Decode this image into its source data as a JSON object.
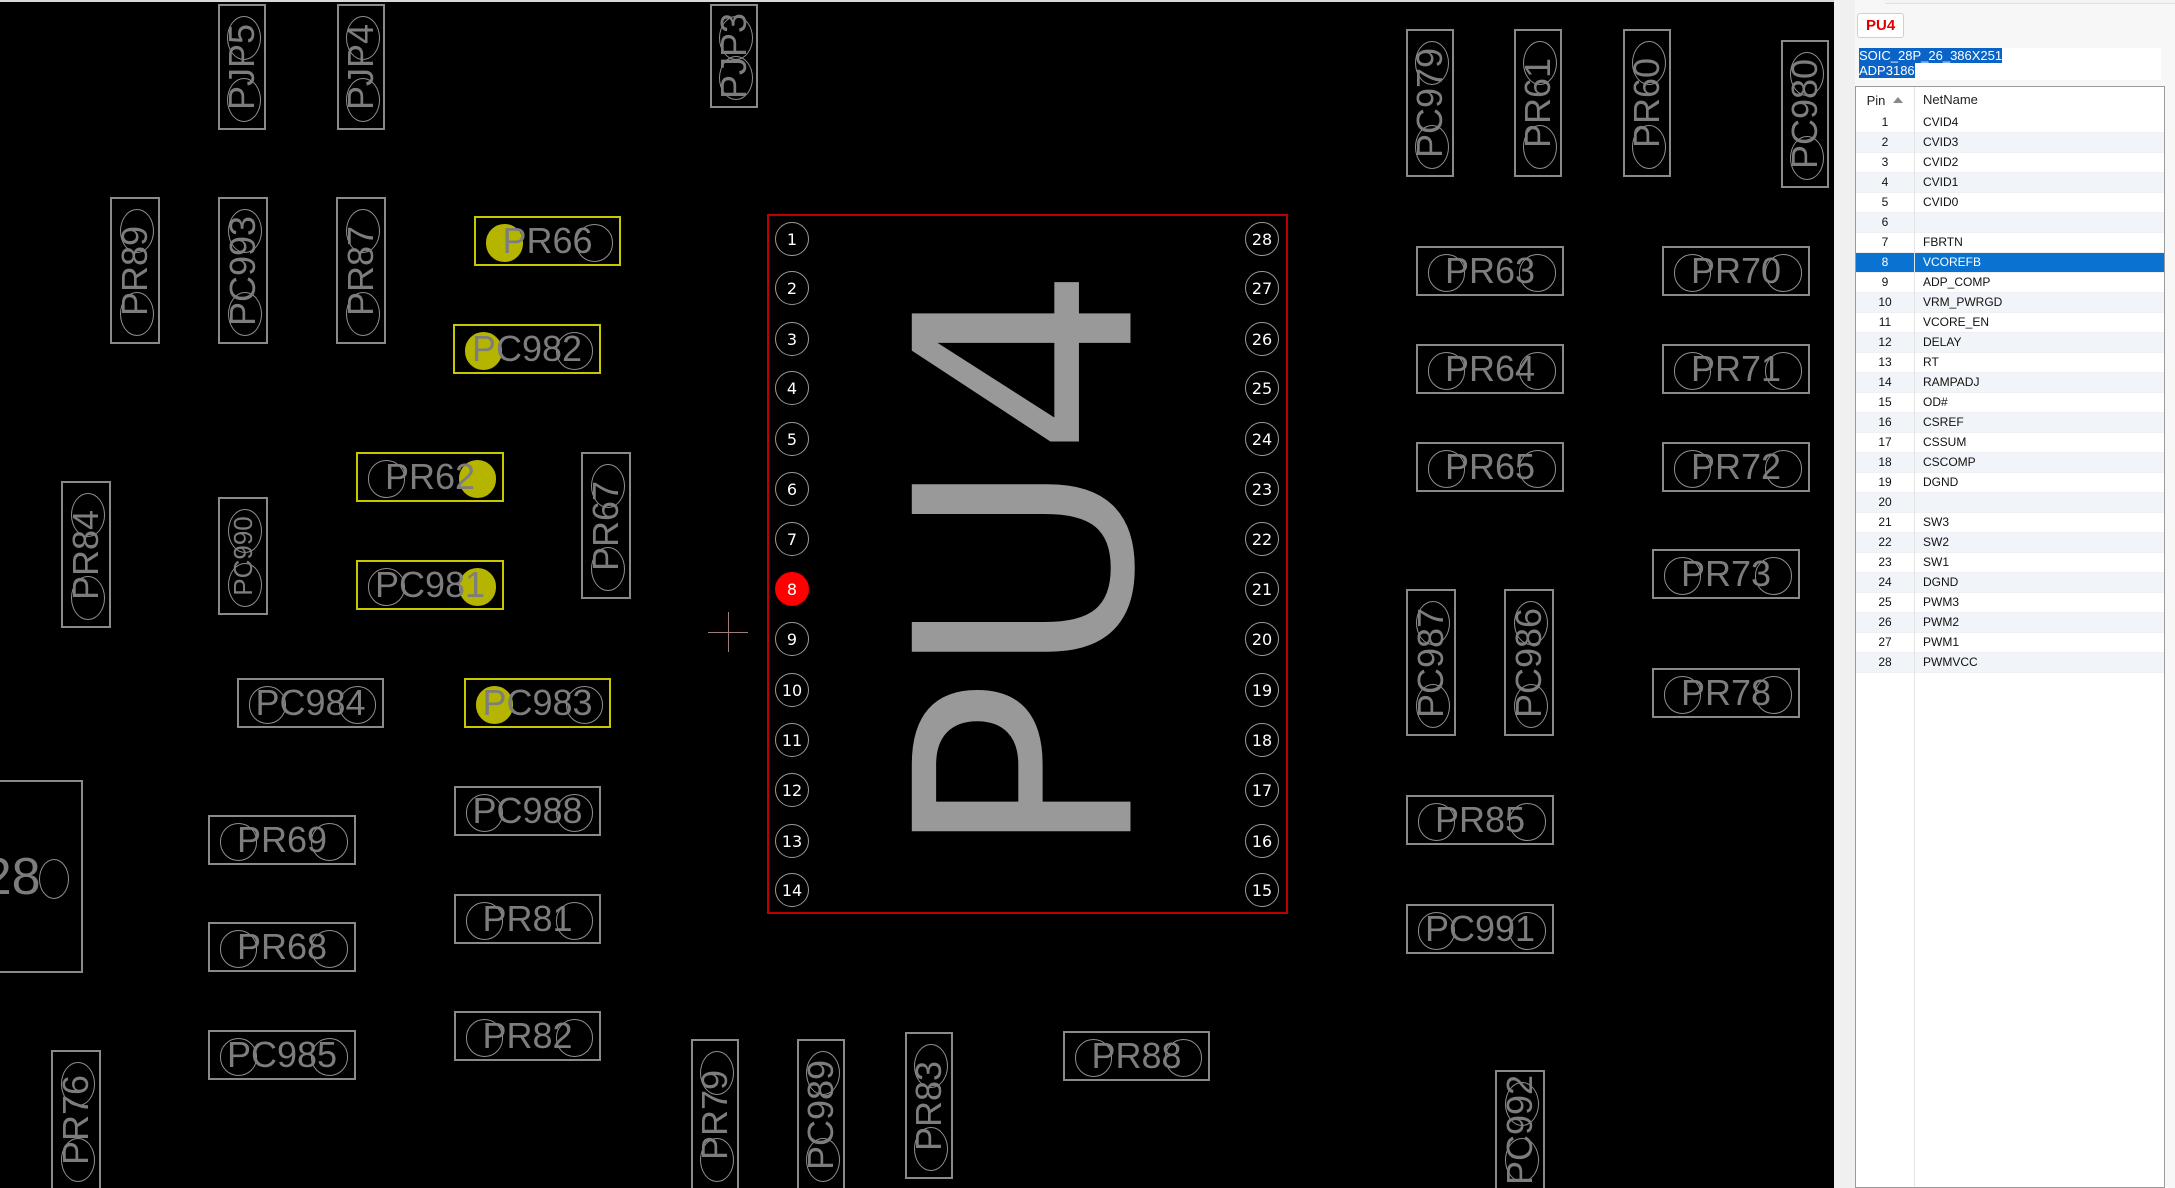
{
  "panel": {
    "ref_designator": "PU4",
    "footprint": "SOIC_28P_26_386X251",
    "part_number": "ADP3186",
    "table": {
      "columns": [
        "Pin",
        "NetName"
      ],
      "sort_column": "Pin",
      "sort_direction": "ascending",
      "selected_pin": "8",
      "rows": [
        {
          "pin": "1",
          "net": "CVID4"
        },
        {
          "pin": "2",
          "net": "CVID3"
        },
        {
          "pin": "3",
          "net": "CVID2"
        },
        {
          "pin": "4",
          "net": "CVID1"
        },
        {
          "pin": "5",
          "net": "CVID0"
        },
        {
          "pin": "6",
          "net": ""
        },
        {
          "pin": "7",
          "net": "FBRTN"
        },
        {
          "pin": "8",
          "net": "VCOREFB"
        },
        {
          "pin": "9",
          "net": "ADP_COMP"
        },
        {
          "pin": "10",
          "net": "VRM_PWRGD"
        },
        {
          "pin": "11",
          "net": "VCORE_EN"
        },
        {
          "pin": "12",
          "net": "DELAY"
        },
        {
          "pin": "13",
          "net": "RT"
        },
        {
          "pin": "14",
          "net": "RAMPADJ"
        },
        {
          "pin": "15",
          "net": "OD#"
        },
        {
          "pin": "16",
          "net": "CSREF"
        },
        {
          "pin": "17",
          "net": "CSSUM"
        },
        {
          "pin": "18",
          "net": "CSCOMP"
        },
        {
          "pin": "19",
          "net": "DGND"
        },
        {
          "pin": "20",
          "net": ""
        },
        {
          "pin": "21",
          "net": "SW3"
        },
        {
          "pin": "22",
          "net": "SW2"
        },
        {
          "pin": "23",
          "net": "SW1"
        },
        {
          "pin": "24",
          "net": "DGND"
        },
        {
          "pin": "25",
          "net": "PWM3"
        },
        {
          "pin": "26",
          "net": "PWM2"
        },
        {
          "pin": "27",
          "net": "PWM1"
        },
        {
          "pin": "28",
          "net": "PWMVCC"
        }
      ]
    }
  },
  "board": {
    "main_component": {
      "label": "PU4",
      "outline_color": "#c00000",
      "selected_pin_color": "#ff0000",
      "left_pins": [
        "1",
        "2",
        "3",
        "4",
        "5",
        "6",
        "7",
        "8",
        "9",
        "10",
        "11",
        "12",
        "13",
        "14"
      ],
      "right_pins": [
        "28",
        "27",
        "26",
        "25",
        "24",
        "23",
        "22",
        "21",
        "20",
        "19",
        "18",
        "17",
        "16",
        "15"
      ]
    },
    "highlight_color": "#c8c800",
    "components": [
      {
        "ref": "PJP5",
        "highlighted": false
      },
      {
        "ref": "PJP4",
        "highlighted": false
      },
      {
        "ref": "PJP3",
        "highlighted": false
      },
      {
        "ref": "PR89",
        "highlighted": false
      },
      {
        "ref": "PC993",
        "highlighted": false
      },
      {
        "ref": "PR87",
        "highlighted": false
      },
      {
        "ref": "PR66",
        "highlighted": true
      },
      {
        "ref": "PC982",
        "highlighted": true
      },
      {
        "ref": "PR62",
        "highlighted": true
      },
      {
        "ref": "PC981",
        "highlighted": true
      },
      {
        "ref": "PR67",
        "highlighted": false
      },
      {
        "ref": "PR84",
        "highlighted": false
      },
      {
        "ref": "PC990",
        "highlighted": false
      },
      {
        "ref": "PC984",
        "highlighted": false
      },
      {
        "ref": "PC983",
        "highlighted": true
      },
      {
        "ref": "PC988",
        "highlighted": false
      },
      {
        "ref": "PR69",
        "highlighted": false
      },
      {
        "ref": "PR68",
        "highlighted": false
      },
      {
        "ref": "PR81",
        "highlighted": false
      },
      {
        "ref": "PC985",
        "highlighted": false
      },
      {
        "ref": "PR82",
        "highlighted": false
      },
      {
        "ref": "PR76",
        "highlighted": false
      },
      {
        "ref": "PR79",
        "highlighted": false
      },
      {
        "ref": "PC989",
        "highlighted": false
      },
      {
        "ref": "PR83",
        "highlighted": false
      },
      {
        "ref": "PR88",
        "highlighted": false
      },
      {
        "ref": "PC979",
        "highlighted": false
      },
      {
        "ref": "PR61",
        "highlighted": false
      },
      {
        "ref": "PR60",
        "highlighted": false
      },
      {
        "ref": "PC980",
        "highlighted": false
      },
      {
        "ref": "PR63",
        "highlighted": false
      },
      {
        "ref": "PR70",
        "highlighted": false
      },
      {
        "ref": "PR64",
        "highlighted": false
      },
      {
        "ref": "PR71",
        "highlighted": false
      },
      {
        "ref": "PR65",
        "highlighted": false
      },
      {
        "ref": "PR72",
        "highlighted": false
      },
      {
        "ref": "PR73",
        "highlighted": false
      },
      {
        "ref": "PR78",
        "highlighted": false
      },
      {
        "ref": "PC987",
        "highlighted": false
      },
      {
        "ref": "PC986",
        "highlighted": false
      },
      {
        "ref": "PR85",
        "highlighted": false
      },
      {
        "ref": "PC991",
        "highlighted": false
      },
      {
        "ref": "PC992",
        "highlighted": false
      },
      {
        "ref": "28",
        "highlighted": false
      }
    ]
  }
}
